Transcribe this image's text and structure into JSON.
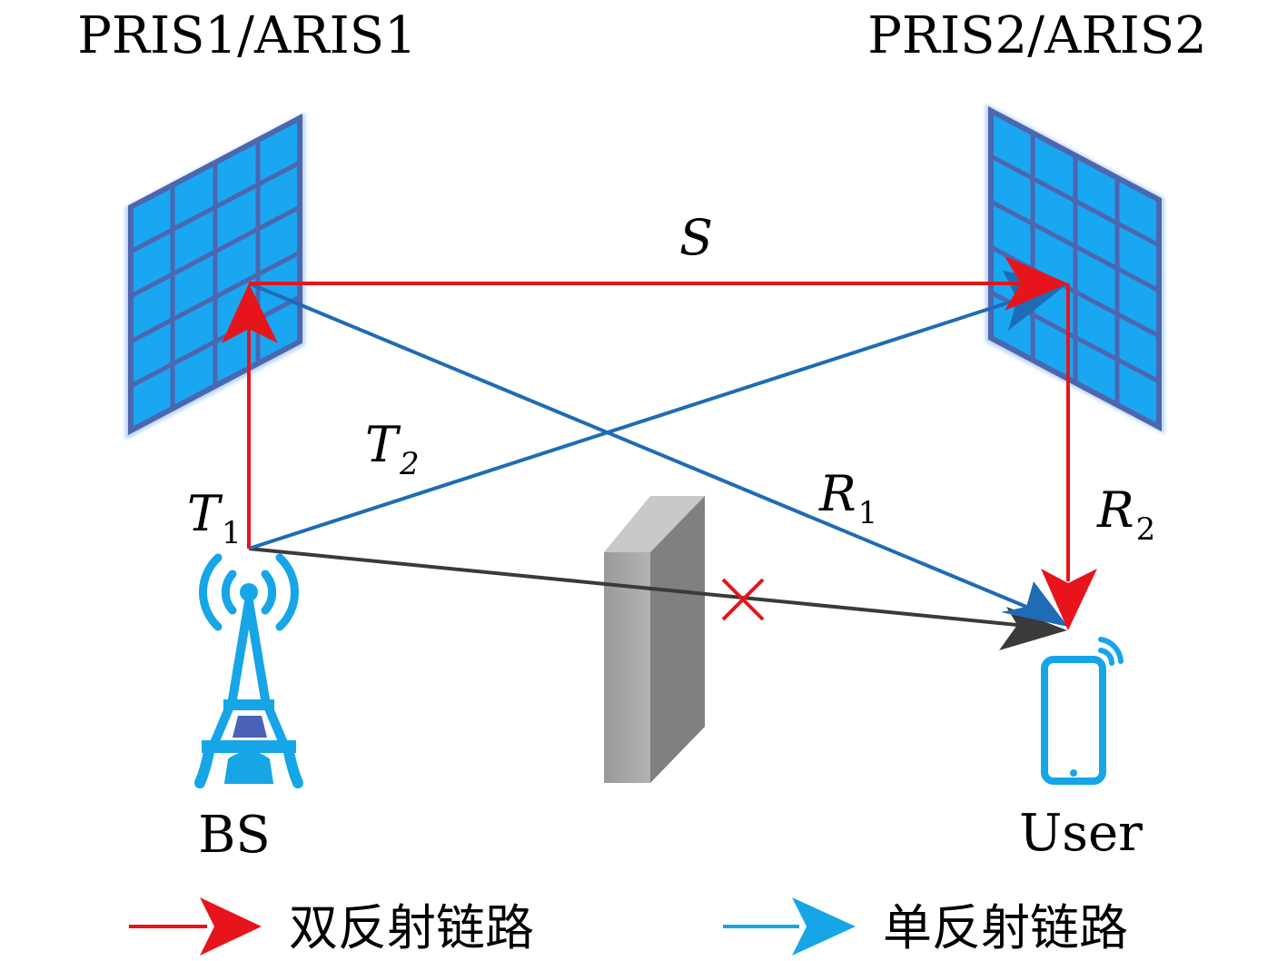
{
  "labels": {
    "ris1": "PRIS1/ARIS1",
    "ris2": "PRIS2/ARIS2",
    "bs": "BS",
    "user": "User"
  },
  "links": {
    "s": {
      "main": "S",
      "sub": ""
    },
    "t1": {
      "main": "T",
      "sub": "1"
    },
    "t2": {
      "main": "T",
      "sub": "2"
    },
    "r1": {
      "main": "R",
      "sub": "1"
    },
    "r2": {
      "main": "R",
      "sub": "2"
    }
  },
  "legend": {
    "double": "双反射链路",
    "single": "单反射链路"
  },
  "colors": {
    "double_link": "#e8141b",
    "single_link": "#1f6bb5",
    "direct_link": "#3a3a3a",
    "icon_blue": "#16a6e8",
    "ris_panel": "#1aa7f2",
    "ris_grid": "#5a6fb8",
    "blockage_mark": "#e8141b"
  },
  "icons": [
    "ris-panel-icon",
    "base-station-tower-icon",
    "wall-obstacle-icon",
    "smartphone-icon",
    "blocked-x-icon"
  ]
}
